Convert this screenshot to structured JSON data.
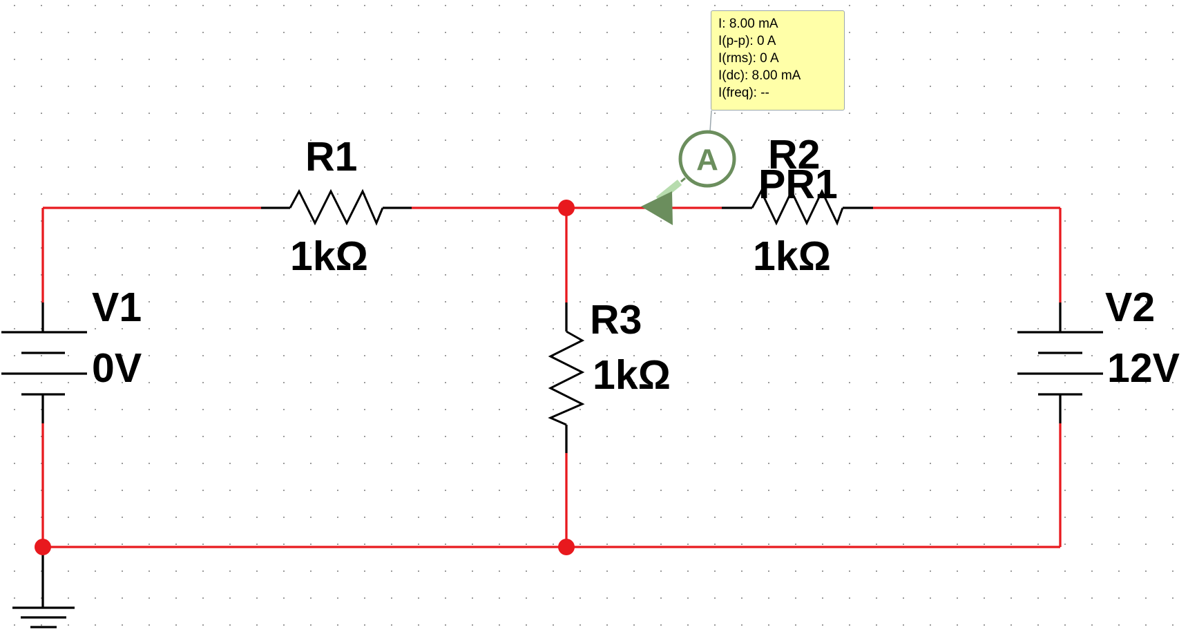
{
  "components": {
    "r1": {
      "name": "R1",
      "value": "1kΩ"
    },
    "r2": {
      "name": "R2",
      "value": "1kΩ"
    },
    "r3": {
      "name": "R3",
      "value": "1kΩ"
    },
    "v1": {
      "name": "V1",
      "value": "0V"
    },
    "v2": {
      "name": "V2",
      "value": "12V"
    },
    "probe": {
      "name": "PR1",
      "symbol": "A"
    }
  },
  "probe_readout": {
    "i": "I: 8.00 mA",
    "i_pp": "I(p-p): 0 A",
    "i_rms": "I(rms): 0 A",
    "i_dc": "I(dc): 8.00 mA",
    "i_freq": "I(freq): --"
  },
  "colors": {
    "wire": "#e8191e",
    "component": "#000000",
    "probe": "#6b8e5d",
    "probe_arrow": "#b7dcae",
    "tooltip_bg": "#ffffa8",
    "grid_dot": "#9a9a9a"
  },
  "grid": "dotted"
}
